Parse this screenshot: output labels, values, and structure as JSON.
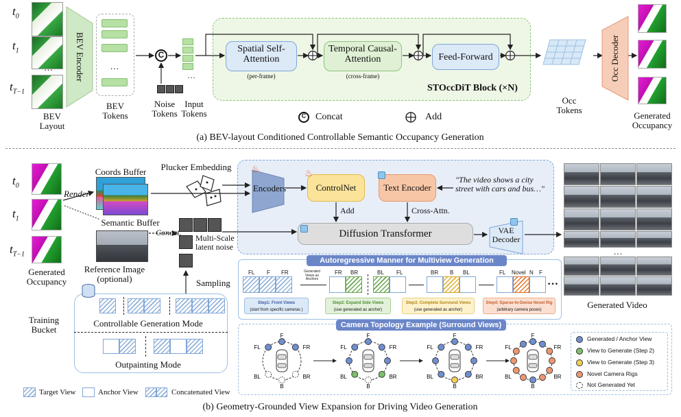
{
  "top": {
    "time_labels": [
      "t_0",
      "t_1",
      "…",
      "t_{T−1}"
    ],
    "t0": "t",
    "t0_sub": "0",
    "t1": "t",
    "t1_sub": "1",
    "tdots": "…",
    "tT": "t",
    "tT_sub": "T−1",
    "bev_encoder": "BEV Encoder",
    "bev_layout": "BEV Layout",
    "bev_tokens": "BEV Tokens",
    "token_dots": "…",
    "concat_symbol": "C",
    "noise_tokens": "Noise Tokens",
    "input_tokens": "Input Tokens",
    "input_dots": "…",
    "spatial_attn": "Spatial Self-Attention",
    "spatial_sub": "(per-frame)",
    "temporal_attn": "Temporal Causal-Attention",
    "temporal_sub": "(cross-frame)",
    "feed_forward": "Feed-Forward",
    "block_label": "STOccDiT Block (×N)",
    "legend_concat": "Concat",
    "legend_add": "Add",
    "occ_tokens": "Occ Tokens",
    "occ_decoder": "Occ Decoder",
    "generated_occupancy": "Generated Occupancy",
    "caption": "(a) BEV-layout Conditioned Controllable Semantic Occupancy Generation"
  },
  "bottom": {
    "t0": "t",
    "t0_sub": "0",
    "t1": "t",
    "t1_sub": "1",
    "tdots": "…",
    "tT": "t",
    "tT_sub": "T−1",
    "generated_occupancy": "Generated Occupancy",
    "render": "Render",
    "coords_buffer": "Coords Buffer",
    "semantic_buffer": "Semantic Buffer",
    "plucker": "Plucker Embedding",
    "concat": "Concat.",
    "reference_image": "Reference Image (optional)",
    "multiscale_noise": "Multi-Scale latent noise",
    "sampling": "Sampling",
    "encoders": "Encoders",
    "controlnet": "ControlNet",
    "text_encoder": "Text Encoder",
    "prompt": "\"The video shows a city street with cars and bus…\"",
    "add": "Add",
    "cross_attn": "Cross-Attn.",
    "diffusion_transformer": "Diffusion Transformer",
    "vae_decoder": "VAE Decoder",
    "generated_video": "Generated Video",
    "video_dots": "…",
    "training_bucket": "Training Bucket",
    "controllable_mode": "Controllable Generation Mode",
    "outpainting_mode": "Outpainting Mode",
    "legend_target": "Target View",
    "legend_anchor": "Anchor View",
    "legend_concat": "Concatenated View",
    "ar_title": "Autoregressive Manner for Multiview Generation",
    "ar_small": "Generated Views as Anchors",
    "ar_dots": "…",
    "views": {
      "fl": "FL",
      "f": "F",
      "fr": "FR",
      "br": "BR",
      "b": "B",
      "bl": "BL",
      "novel": "Novel",
      "n": "N"
    },
    "step1": "Step1: Front Views",
    "step1_sub": "(start from specific cameras )",
    "step2": "Step2: Expand Side Views",
    "step2_sub": "(use generated as anchor)",
    "step3": "Step3: Complete Surround Views",
    "step3_sub": "(use generated as anchor)",
    "step4": "Step4: Sparse-to-Dense Novel Rig",
    "step4_sub": "(arbitrary camera poses)",
    "topo_title": "Camera Topology Example (Surround Views)",
    "topo_legend": [
      {
        "label": "Generated / Anchor View",
        "color": "#6f8fd0"
      },
      {
        "label": "View to Generate (Step 2)",
        "color": "#7cbf6a"
      },
      {
        "label": "View to Generate (Step 3)",
        "color": "#f2cf57"
      },
      {
        "label": "Novel Camera Rigs",
        "color": "#ee9770"
      },
      {
        "label": "Not Generated Yet",
        "color": "#ffffff"
      }
    ],
    "caption": "(b) Geometry-Grounded View Expansion for Driving Video Generation"
  },
  "colors": {
    "green_block": "#dff0d4",
    "blue_block": "#dce9f7",
    "controlnet": "#fbe39a",
    "text_encoder": "#f7c6a6",
    "diffusion": "#dedede",
    "occ_decoder": "#f6cdb8",
    "bev_encoder": "#cfe8c6",
    "anchor": "#6f8fd0",
    "step2": "#7cbf6a",
    "step3": "#f2cf57",
    "novel": "#ee9770",
    "title_bar": "#6b86c8"
  }
}
